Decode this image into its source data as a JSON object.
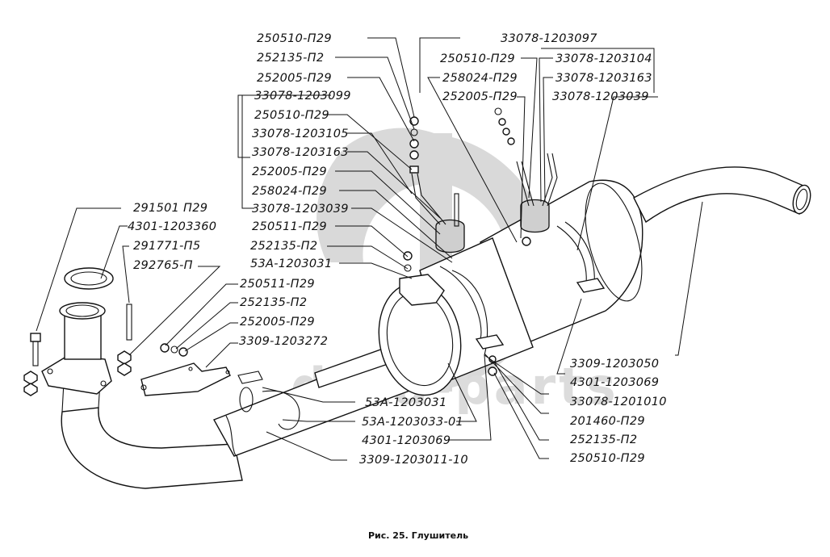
{
  "figure": {
    "caption": "Рис. 25. Глушитель",
    "watermark": "data-parts",
    "colors": {
      "ink": "#111111",
      "watermark": "#d9d9d9",
      "background": "#ffffff"
    }
  },
  "labels": {
    "top_left": [
      "250510-П29",
      "252135-П2",
      "252005-П29",
      "33078-1203099",
      "250510-П29",
      "33078-1203105",
      "33078-1203163",
      "252005-П29",
      "258024-П29",
      "33078-1203039",
      "250511-П29",
      "252135-П2",
      "53А-1203031"
    ],
    "top_right_group": "33078-1203097",
    "top_right": [
      "250510-П29",
      "258024-П29",
      "252005-П29",
      "33078-1203104",
      "33078-1203163",
      "33078-1203039"
    ],
    "left": [
      "291501  П29",
      "4301-1203360",
      "291771-П5",
      "292765-П"
    ],
    "mid_left": [
      "250511-П29",
      "252135-П2",
      "252005-П29",
      "3309-1203272"
    ],
    "bottom_center": [
      "53А-1203031",
      "53А-1203033-01",
      "4301-1203069",
      "3309-1203011-10"
    ],
    "bottom_right": [
      "3309-1203050",
      "4301-1203069",
      "33078-1201010",
      "201460-П29",
      "252135-П2",
      "250510-П29"
    ]
  }
}
